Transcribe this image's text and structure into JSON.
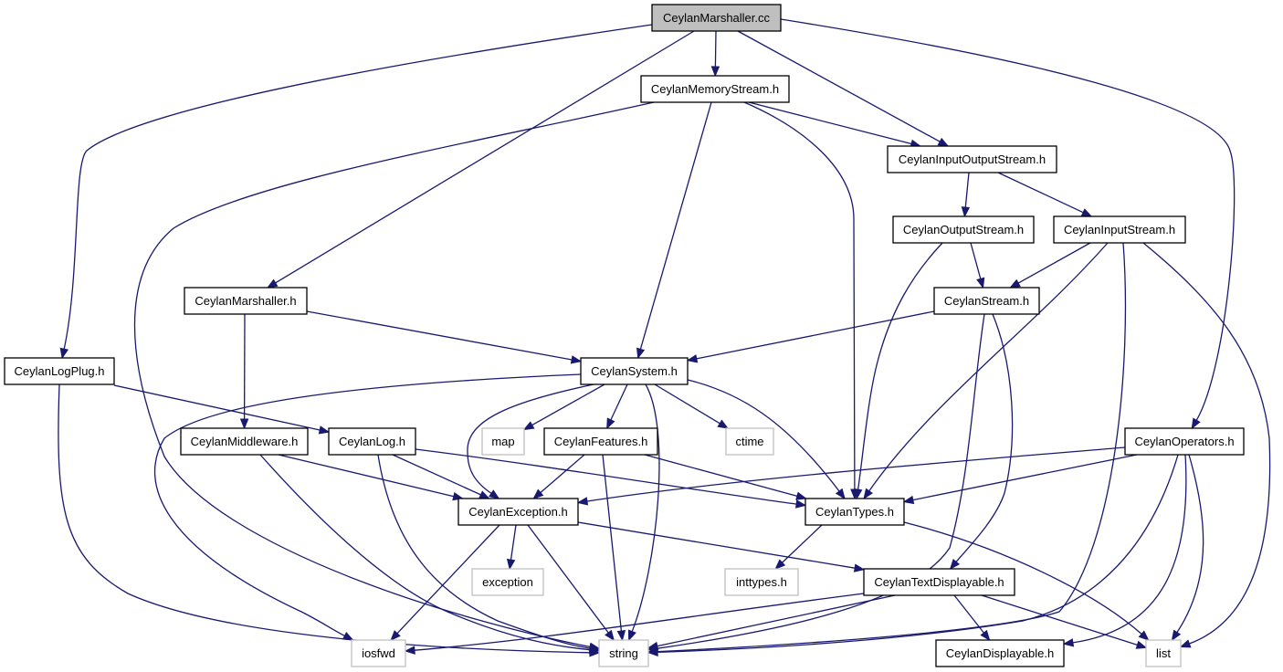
{
  "nodes": {
    "marshaller_cc": {
      "label": "CeylanMarshaller.cc",
      "root": true
    },
    "memorystream_h": {
      "label": "CeylanMemoryStream.h"
    },
    "inputoutputstream_h": {
      "label": "CeylanInputOutputStream.h"
    },
    "outputstream_h": {
      "label": "CeylanOutputStream.h"
    },
    "inputstream_h": {
      "label": "CeylanInputStream.h"
    },
    "marshaller_h": {
      "label": "CeylanMarshaller.h"
    },
    "stream_h": {
      "label": "CeylanStream.h"
    },
    "logplug_h": {
      "label": "CeylanLogPlug.h"
    },
    "system_h": {
      "label": "CeylanSystem.h"
    },
    "middleware_h": {
      "label": "CeylanMiddleware.h"
    },
    "log_h": {
      "label": "CeylanLog.h"
    },
    "map": {
      "label": "map",
      "system": true
    },
    "features_h": {
      "label": "CeylanFeatures.h"
    },
    "ctime": {
      "label": "ctime",
      "system": true
    },
    "operators_h": {
      "label": "CeylanOperators.h"
    },
    "exception_h": {
      "label": "CeylanException.h"
    },
    "types_h": {
      "label": "CeylanTypes.h"
    },
    "exception": {
      "label": "exception",
      "system": true
    },
    "inttypes_h": {
      "label": "inttypes.h",
      "system": true
    },
    "textdisplayable_h": {
      "label": "CeylanTextDisplayable.h"
    },
    "iosfwd": {
      "label": "iosfwd",
      "system": true
    },
    "string": {
      "label": "string",
      "system": true
    },
    "displayable_h": {
      "label": "CeylanDisplayable.h"
    },
    "list": {
      "label": "list",
      "system": true
    }
  },
  "edges": [
    [
      "marshaller_cc",
      "memorystream_h"
    ],
    [
      "marshaller_cc",
      "inputoutputstream_h"
    ],
    [
      "marshaller_cc",
      "marshaller_h"
    ],
    [
      "marshaller_cc",
      "logplug_h"
    ],
    [
      "marshaller_cc",
      "operators_h"
    ],
    [
      "memorystream_h",
      "inputoutputstream_h"
    ],
    [
      "memorystream_h",
      "system_h"
    ],
    [
      "memorystream_h",
      "types_h"
    ],
    [
      "memorystream_h",
      "string"
    ],
    [
      "inputoutputstream_h",
      "outputstream_h"
    ],
    [
      "inputoutputstream_h",
      "inputstream_h"
    ],
    [
      "outputstream_h",
      "stream_h"
    ],
    [
      "outputstream_h",
      "types_h"
    ],
    [
      "inputstream_h",
      "stream_h"
    ],
    [
      "inputstream_h",
      "types_h"
    ],
    [
      "inputstream_h",
      "string"
    ],
    [
      "inputstream_h",
      "list"
    ],
    [
      "marshaller_h",
      "system_h"
    ],
    [
      "marshaller_h",
      "middleware_h"
    ],
    [
      "stream_h",
      "system_h"
    ],
    [
      "stream_h",
      "textdisplayable_h"
    ],
    [
      "stream_h",
      "string"
    ],
    [
      "logplug_h",
      "log_h"
    ],
    [
      "logplug_h",
      "string"
    ],
    [
      "system_h",
      "map"
    ],
    [
      "system_h",
      "features_h"
    ],
    [
      "system_h",
      "ctime"
    ],
    [
      "system_h",
      "exception_h"
    ],
    [
      "system_h",
      "types_h"
    ],
    [
      "system_h",
      "string"
    ],
    [
      "system_h",
      "iosfwd"
    ],
    [
      "middleware_h",
      "exception_h"
    ],
    [
      "middleware_h",
      "string"
    ],
    [
      "log_h",
      "exception_h"
    ],
    [
      "log_h",
      "types_h"
    ],
    [
      "log_h",
      "string"
    ],
    [
      "features_h",
      "exception_h"
    ],
    [
      "features_h",
      "types_h"
    ],
    [
      "features_h",
      "string"
    ],
    [
      "operators_h",
      "exception_h"
    ],
    [
      "operators_h",
      "types_h"
    ],
    [
      "operators_h",
      "string"
    ],
    [
      "operators_h",
      "displayable_h"
    ],
    [
      "operators_h",
      "list"
    ],
    [
      "exception_h",
      "exception"
    ],
    [
      "exception_h",
      "textdisplayable_h"
    ],
    [
      "exception_h",
      "string"
    ],
    [
      "exception_h",
      "iosfwd"
    ],
    [
      "types_h",
      "inttypes_h"
    ],
    [
      "types_h",
      "list"
    ],
    [
      "textdisplayable_h",
      "displayable_h"
    ],
    [
      "textdisplayable_h",
      "string"
    ],
    [
      "textdisplayable_h",
      "iosfwd"
    ],
    [
      "textdisplayable_h",
      "list"
    ]
  ]
}
